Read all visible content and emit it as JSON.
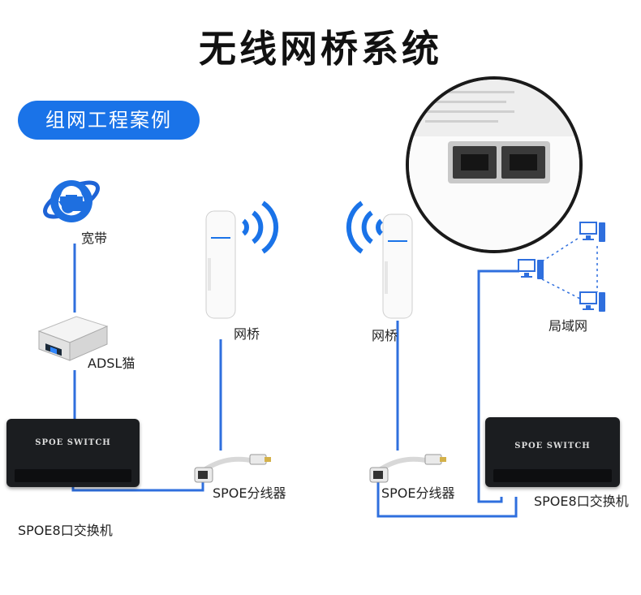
{
  "title": "无线网桥系统",
  "section_badge": "组网工程案例",
  "nodes": {
    "broadband": "宽带",
    "adsl_modem": "ADSL猫",
    "switch_left": "SPOE8口交换机",
    "splitter_left": "SPOE分线器",
    "bridge_left": "网桥",
    "bridge_right": "网桥",
    "splitter_right": "SPOE分线器",
    "switch_right": "SPOE8口交换机",
    "lan": "局域网"
  },
  "device_text": {
    "switch_brand": "SPOE SWITCH"
  },
  "colors": {
    "accent": "#1a73e8",
    "link": "#2f6fde",
    "device_dark": "#1b1d20"
  }
}
